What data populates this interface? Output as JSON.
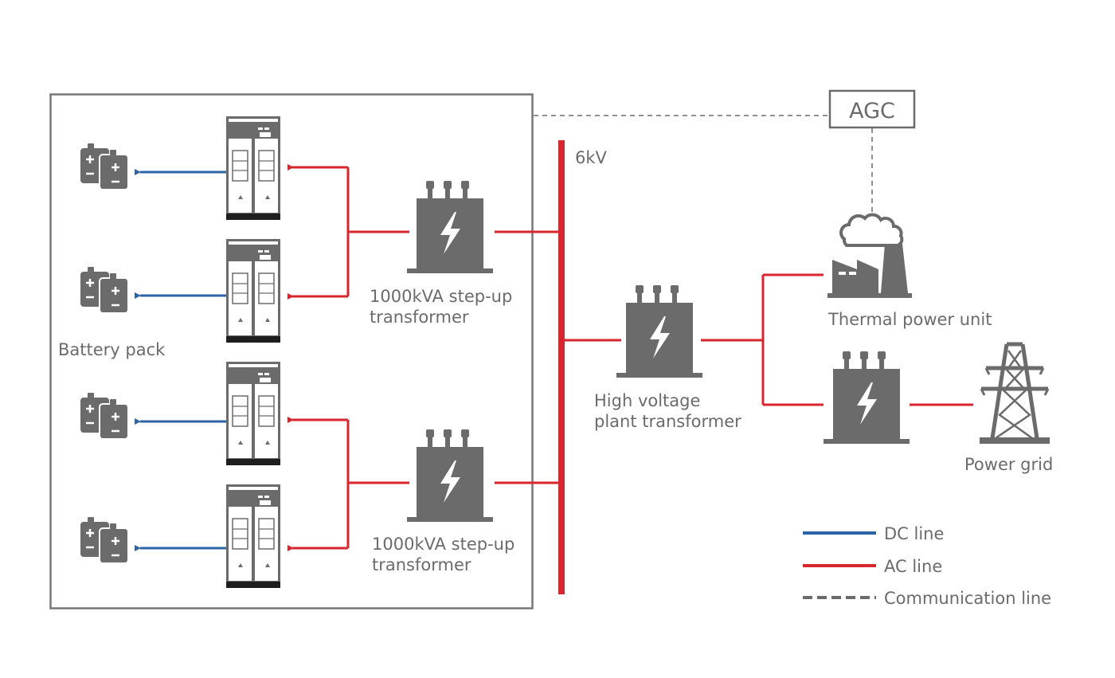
{
  "agc_label": "AGC",
  "busbar_label": "6kV",
  "battery_label": "Battery pack",
  "step_up_transformer_top": {
    "line1": "1000kVA step-up",
    "line2": "transformer"
  },
  "step_up_transformer_bottom": {
    "line1": "1000kVA step-up",
    "line2": "transformer"
  },
  "plant_transformer": {
    "line1": "High voltage",
    "line2": "plant transformer"
  },
  "thermal_label": "Thermal power unit",
  "grid_label": "Power grid",
  "legend": [
    {
      "label": "DC line",
      "color": "#2e63a6",
      "style": "solid"
    },
    {
      "label": "AC line",
      "color": "#d9262e",
      "style": "solid"
    },
    {
      "label": "Communication line",
      "color": "#6b6b6b",
      "style": "dashed"
    }
  ],
  "colors": {
    "icon": "#6b6b6b",
    "dc": "#2e63a6",
    "ac": "#d9262e",
    "comm": "#6b6b6b",
    "frame": "#777777"
  }
}
